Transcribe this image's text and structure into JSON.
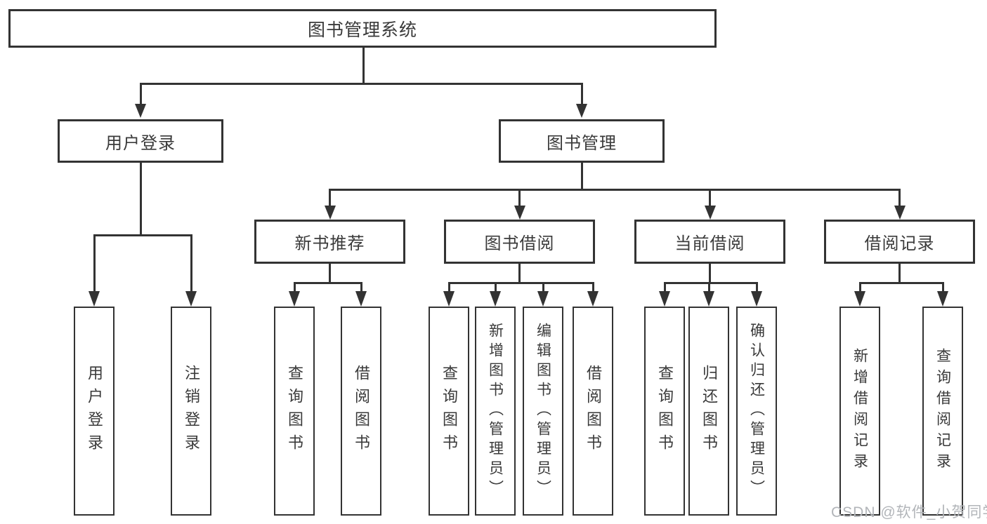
{
  "diagram": {
    "type": "hierarchy-tree",
    "title": "图书管理系统"
  },
  "colors": {
    "line": "#333333",
    "box_border": "#333333",
    "box_fill": "#ffffff",
    "text": "#3a3a3a",
    "watermark_text": "#b2b5b9",
    "background": "#ffffff"
  },
  "watermark": {
    "text": "CSDN @软件_小贺同学"
  },
  "tree": {
    "root": {
      "label": "图书管理系统"
    },
    "level2": [
      {
        "label": "用户登录",
        "parent": "图书管理系统"
      },
      {
        "label": "图书管理",
        "parent": "图书管理系统"
      }
    ],
    "level3": [
      {
        "label": "新书推荐",
        "parent": "图书管理"
      },
      {
        "label": "图书借阅",
        "parent": "图书管理"
      },
      {
        "label": "当前借阅",
        "parent": "图书管理"
      },
      {
        "label": "借阅记录",
        "parent": "图书管理"
      }
    ],
    "level4": [
      {
        "label": "用户登录",
        "parent": "用户登录"
      },
      {
        "label": "注销登录",
        "parent": "用户登录"
      },
      {
        "label": "查询图书",
        "parent": "新书推荐"
      },
      {
        "label": "借阅图书",
        "parent": "新书推荐"
      },
      {
        "label": "查询图书",
        "parent": "图书借阅"
      },
      {
        "label": "新增图书（管理员）",
        "parent": "图书借阅"
      },
      {
        "label": "编辑图书（管理员）",
        "parent": "图书借阅"
      },
      {
        "label": "借阅图书",
        "parent": "图书借阅"
      },
      {
        "label": "查询图书",
        "parent": "当前借阅"
      },
      {
        "label": "归还图书",
        "parent": "当前借阅"
      },
      {
        "label": "确认归还（管理员）",
        "parent": "当前借阅"
      },
      {
        "label": "新增借阅记录",
        "parent": "借阅记录"
      },
      {
        "label": "查询借阅记录",
        "parent": "借阅记录"
      }
    ]
  }
}
